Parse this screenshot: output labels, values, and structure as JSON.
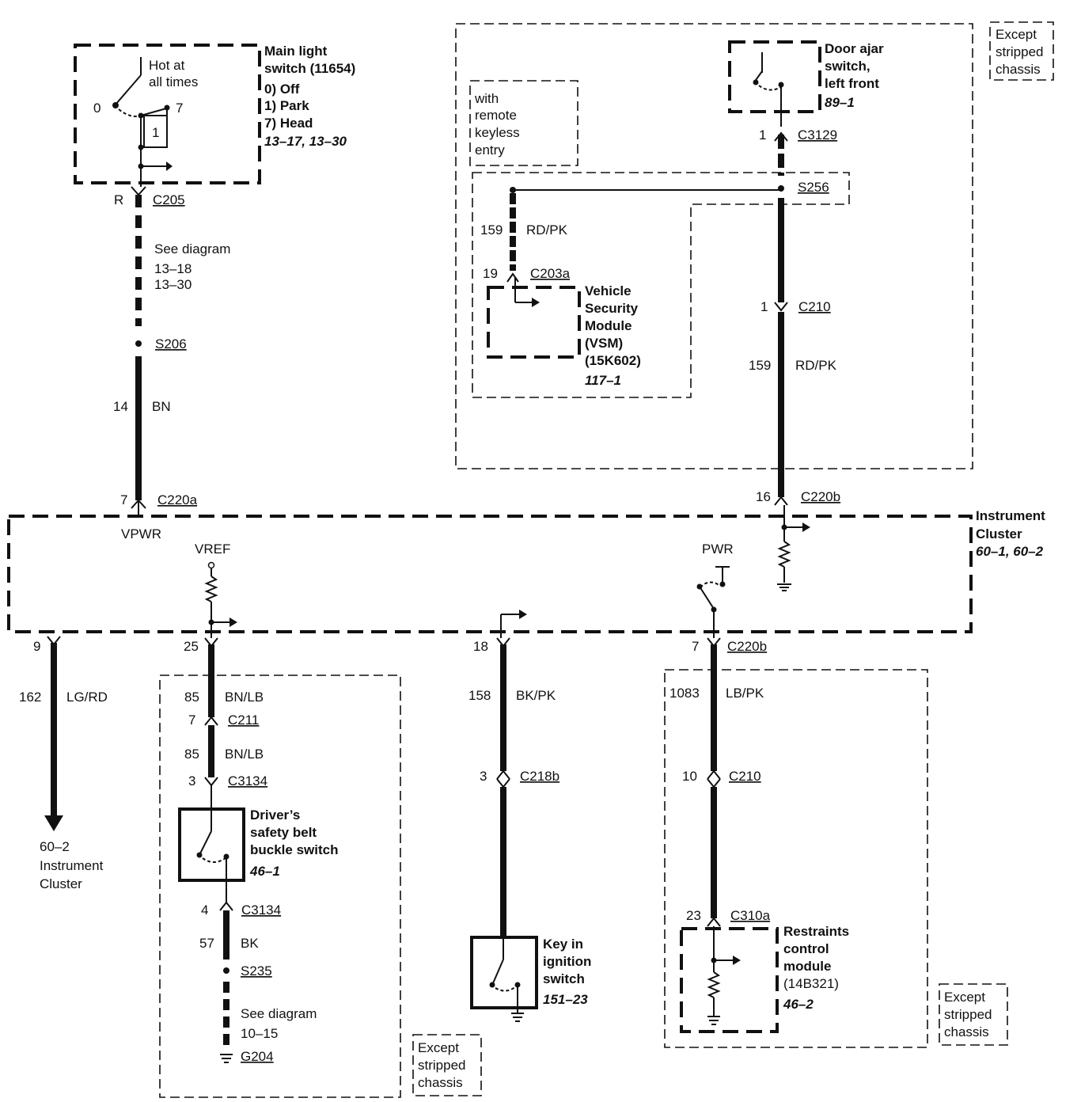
{
  "main_light_switch": {
    "hot_line1": "Hot at",
    "hot_line2": "all times",
    "pos_off": "0",
    "pos_head": "7",
    "pos_park": "1",
    "title1": "Main light",
    "title2": "switch (11654)",
    "opt1": "0) Off",
    "opt2": "1) Park",
    "opt3": "7) Head",
    "ref": "13–17, 13–30"
  },
  "left_run": {
    "c205_pin": "R",
    "c205": "C205",
    "see_diagram": "See diagram",
    "see_ref1": "13–18",
    "see_ref2": "13–30",
    "s206": "S206",
    "circuit": "14",
    "color": "BN",
    "c220a_pin": "7",
    "c220a": "C220a"
  },
  "remote_keyless": {
    "line1": "with",
    "line2": "remote",
    "line3": "keyless",
    "line4": "entry"
  },
  "except_top": {
    "line1": "Except",
    "line2": "stripped",
    "line3": "chassis"
  },
  "door_ajar": {
    "title1": "Door ajar",
    "title2": "switch,",
    "title3": "left front",
    "ref": "89–1",
    "c3129_pin": "1",
    "c3129": "C3129",
    "s256": "S256",
    "c210_pin": "1",
    "c210": "C210",
    "circuit": "159",
    "color": "RD/PK",
    "c220b_pin": "16",
    "c220b": "C220b"
  },
  "vsm": {
    "circuit": "159",
    "color": "RD/PK",
    "c203a_pin": "19",
    "c203a": "C203a",
    "title1": "Vehicle",
    "title2": "Security",
    "title3": "Module",
    "title4": "(VSM)",
    "title5": "(15K602)",
    "ref": "117–1"
  },
  "instrument_cluster": {
    "title1": "Instrument",
    "title2": "Cluster",
    "ref": "60–1, 60–2",
    "vpwr": "VPWR",
    "vref": "VREF",
    "pwr": "PWR"
  },
  "lgrd_run": {
    "pin": "9",
    "circuit": "162",
    "color": "LG/RD",
    "dest1": "60–2",
    "dest2": "Instrument",
    "dest3": "Cluster"
  },
  "belt_run": {
    "pin": "25",
    "circuit1": "85",
    "color1": "BN/LB",
    "c211_pin": "7",
    "c211": "C211",
    "circuit2": "85",
    "color2": "BN/LB",
    "c3134_pin": "3",
    "c3134": "C3134",
    "switch1": "Driver’s",
    "switch2": "safety belt",
    "switch3": "buckle switch",
    "switch_ref": "46–1",
    "c3134b_pin": "4",
    "c3134b": "C3134",
    "circuit3": "57",
    "color3": "BK",
    "s235": "S235",
    "see_diagram": "See diagram",
    "see_ref": "10–15",
    "g204": "G204"
  },
  "except_bottom_left": {
    "line1": "Except",
    "line2": "stripped",
    "line3": "chassis"
  },
  "key_run": {
    "pin": "18",
    "circuit": "158",
    "color": "BK/PK",
    "c218b_pin": "3",
    "c218b": "C218b",
    "title1": "Key in",
    "title2": "ignition",
    "title3": "switch",
    "ref": "151–23"
  },
  "restraints_run": {
    "pin": "7",
    "c220b": "C220b",
    "circuit": "1083",
    "color": "LB/PK",
    "c210_pin": "10",
    "c210": "C210",
    "c310a_pin": "23",
    "c310a": "C310a",
    "title1": "Restraints",
    "title2": "control",
    "title3": "module",
    "title4": "(14B321)",
    "ref": "46–2"
  },
  "except_bottom_right": {
    "line1": "Except",
    "line2": "stripped",
    "line3": "chassis"
  }
}
